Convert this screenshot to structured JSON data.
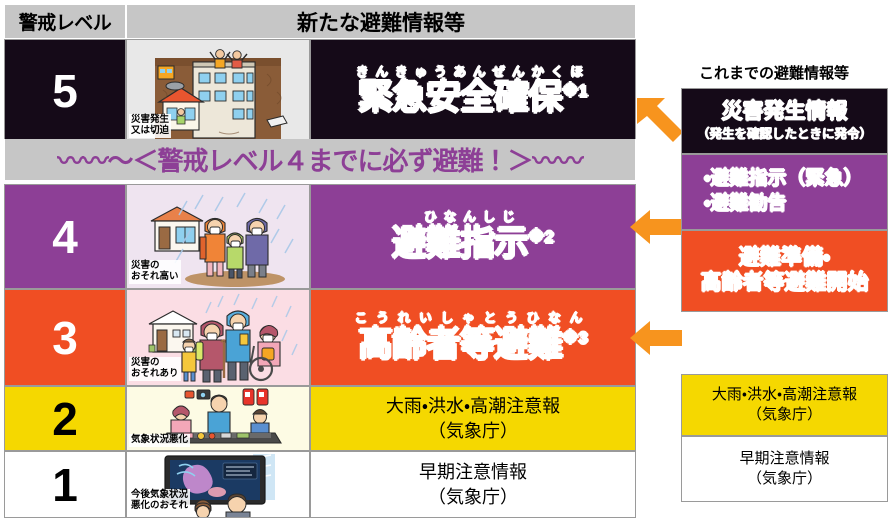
{
  "headers": {
    "level_column": "警戒レベル",
    "new_info_column": "新たな避難情報等",
    "previous_info_column": "これまでの避難情報等"
  },
  "banner": {
    "text": "〰〰〜＜警戒レベル４までに必ず避難！＞〰〰"
  },
  "levels": [
    {
      "number": "5",
      "number_bg": "#150a18",
      "number_color": "#ffffff",
      "illustration_bg": "#e8e8e8",
      "illustration_name": "flooded-buildings-people-on-roof",
      "caption": "災害発生\n又は切迫",
      "caption_line1": "災害発生",
      "caption_line2": "又は切迫",
      "label_bg": "#150a18",
      "label_color": "#ffffff",
      "ruby": "きんきゅうあんぜんかくほ",
      "label": "緊急安全確保",
      "footnote": "※1",
      "style": "headline"
    },
    {
      "number": "4",
      "number_bg": "#8d3f96",
      "number_color": "#ffffff",
      "illustration_bg": "#efe4f0",
      "illustration_name": "family-evacuating-in-rain",
      "caption_line1": "災害の",
      "caption_line2": "おそれ高い",
      "label_bg": "#8d3f96",
      "label_color": "#ffffff",
      "ruby": "ひなんしじ",
      "label": "避難指示",
      "footnote": "※2",
      "style": "headline"
    },
    {
      "number": "3",
      "number_bg": "#f04e23",
      "number_color": "#ffffff",
      "illustration_bg": "#fbdde4",
      "illustration_name": "elderly-wheelchair-evacuation",
      "caption_line1": "災害の",
      "caption_line2": "おそれあり",
      "label_bg": "#f04e23",
      "label_color": "#ffffff",
      "ruby": "こうれいしゃとうひなん",
      "label": "高齢者等避難",
      "footnote": "※3",
      "style": "headline"
    },
    {
      "number": "2",
      "number_bg": "#f5d800",
      "number_color": "#000000",
      "illustration_bg": "#fdfbe4",
      "illustration_name": "family-preparing-emergency-supplies",
      "caption_line1": "気象状況悪化",
      "caption_line2": "",
      "label_bg": "#f5d800",
      "label_color": "#000000",
      "ruby": "",
      "label_line1": "大雨・洪水・高潮注意報",
      "label_line2": "（気象庁）",
      "footnote": "",
      "style": "plain"
    },
    {
      "number": "1",
      "number_bg": "#ffffff",
      "number_color": "#000000",
      "illustration_bg": "#ffffff",
      "illustration_name": "people-watching-weather-forecast-tv",
      "caption_line1": "今後気象状況",
      "caption_line2": "悪化のおそれ",
      "label_bg": "#ffffff",
      "label_color": "#000000",
      "ruby": "",
      "label_line1": "早期注意情報",
      "label_line2": "（気象庁）",
      "footnote": "",
      "style": "plain"
    }
  ],
  "previous_info": [
    {
      "bg": "#150a18",
      "color": "#ffffff",
      "line1": "災害発生情報",
      "line2": "（発生を確認したときに発令）",
      "style": "big-sub"
    },
    {
      "bg": "#8d3f96",
      "color": "#ffffff",
      "line1": "・避難指示（緊急）",
      "line2": "・避難勧告",
      "style": "list"
    },
    {
      "bg": "#f04e23",
      "color": "#ffffff",
      "line1": "避難準備・",
      "line2": "高齢者等避難開始",
      "style": "two-big"
    },
    {
      "bg": "#f5d800",
      "color": "#000000",
      "line1": "大雨・洪水・高潮注意報",
      "line2": "（気象庁）",
      "style": "plain"
    },
    {
      "bg": "#ffffff",
      "color": "#000000",
      "line1": "早期注意情報",
      "line2": "（気象庁）",
      "style": "plain"
    }
  ],
  "arrows": [
    {
      "name": "arrow-level5-diagonal",
      "direction": "up-left",
      "color": "#f7941e"
    },
    {
      "name": "arrow-level4-left",
      "direction": "left",
      "color": "#f7941e"
    },
    {
      "name": "arrow-level3-left",
      "direction": "left",
      "color": "#f7941e"
    }
  ],
  "colors": {
    "header_gray": "#c6c6c6",
    "accent_orange": "#f7941e",
    "purple": "#8d3f96",
    "red": "#f04e23",
    "yellow": "#f5d800",
    "black": "#150a18"
  }
}
